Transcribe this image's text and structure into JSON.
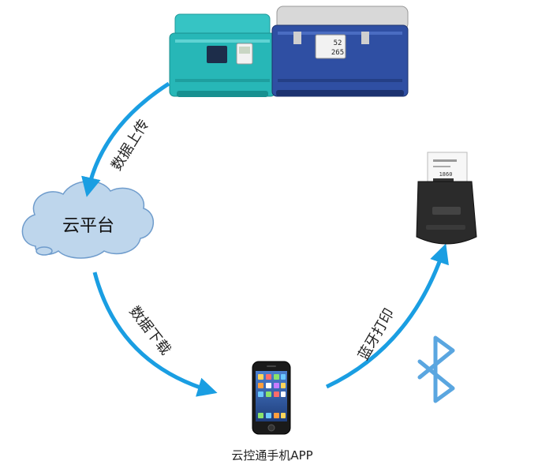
{
  "nodes": {
    "cloud": {
      "label": "云平台"
    },
    "phone": {
      "caption": "云控通手机APP"
    }
  },
  "edges": {
    "upload": "数据上传",
    "download": "数据下载",
    "print": "蓝牙打印"
  },
  "devices": {
    "cooler_display_1": "52",
    "cooler_display_2": "265",
    "receipt_text": "1860"
  },
  "colors": {
    "arrow": "#1a9ee2",
    "cloud_fill": "#bed6ec",
    "cloud_stroke": "#6f9ccc",
    "bluetooth": "#5aa6e0",
    "teal_box": "#27b7b7",
    "blue_box": "#2f4fa3"
  }
}
